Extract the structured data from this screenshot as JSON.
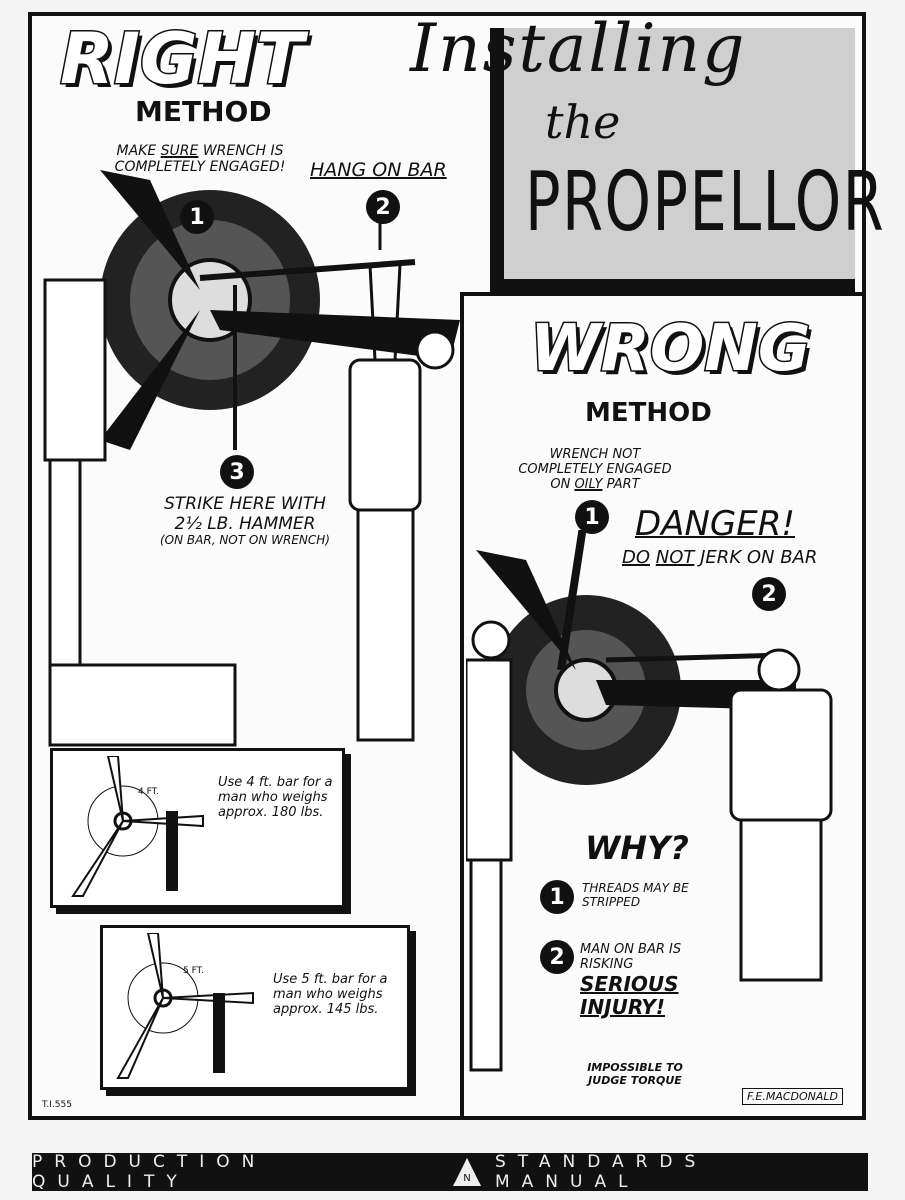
{
  "title": {
    "line1": "Installing",
    "line2": "the",
    "line3": "PROPELLOR"
  },
  "right_section": {
    "heading": "RIGHT",
    "subheading": "METHOD",
    "step1": {
      "number": "1",
      "text_before": "Make ",
      "emphasis": "sure",
      "text_after": " wrench is completely engaged!"
    },
    "step2": {
      "number": "2",
      "text": "Hang on bar"
    },
    "step3": {
      "number": "3",
      "line1": "Strike here with",
      "line2": "2½ lb. hammer",
      "line3": "(on bar, not on wrench)"
    },
    "insets": [
      {
        "bar_label": "4 FT.",
        "text": "Use 4 ft. bar for a man who weighs approx. 180 lbs."
      },
      {
        "bar_label": "5 FT.",
        "text": "Use 5 ft. bar for a man who weighs approx. 145 lbs."
      }
    ]
  },
  "wrong_section": {
    "heading": "WRONG",
    "subheading": "METHOD",
    "step1": {
      "number": "1",
      "line1": "Wrench not",
      "line2": "completely engaged",
      "line3_before": "on ",
      "line3_emphasis": "oily",
      "line3_after": " part"
    },
    "danger": {
      "title": "DANGER!",
      "do": "Do",
      "not": "not",
      "rest": " jerk on bar"
    },
    "step2": {
      "number": "2"
    },
    "why": {
      "title": "WHY?",
      "reasons": [
        {
          "number": "1",
          "text": "Threads may be stripped"
        },
        {
          "number": "2",
          "text_before": "Man on bar is risking",
          "emphasis": "Serious Injury!"
        }
      ]
    },
    "note": "Impossible to judge torque",
    "signature": "F.E.MACDONALD"
  },
  "code": "T.I.555",
  "footer": {
    "left": "PRODUCTION QUALITY",
    "right": "STANDARDS MANUAL",
    "logo_letter": "N"
  },
  "colors": {
    "ink": "#111111",
    "paper": "#fbfbfb",
    "title_bg": "#cfcfcf"
  }
}
